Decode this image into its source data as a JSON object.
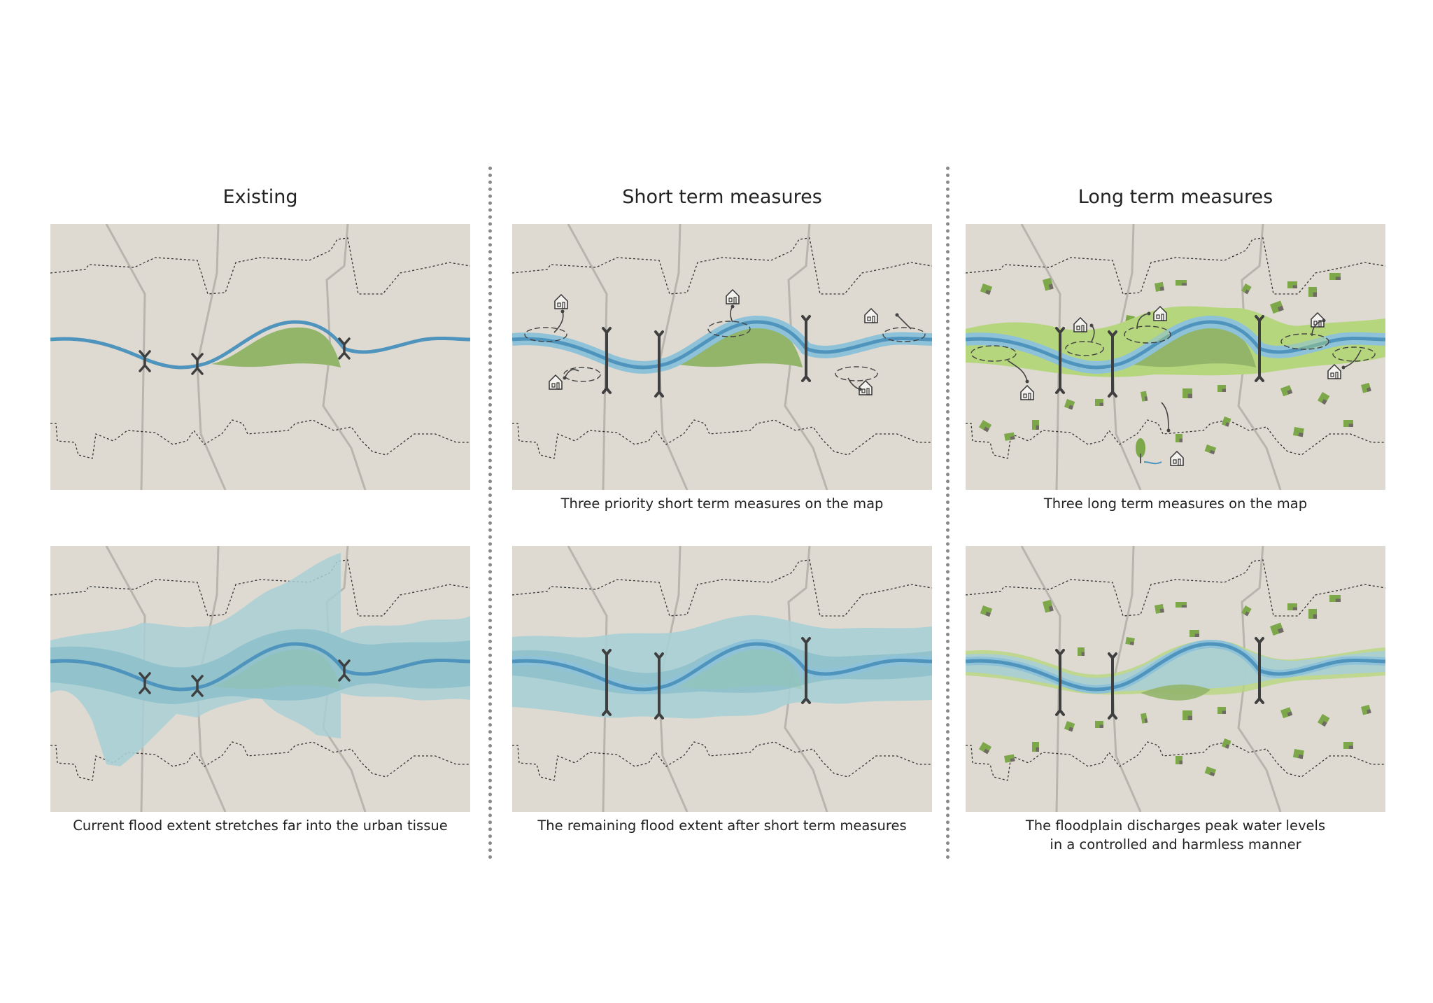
{
  "columns": [
    {
      "title": "Existing",
      "top_caption": "",
      "bottom_caption_lines": [
        "Current flood extent stretches far into the urban tissue"
      ]
    },
    {
      "title": "Short term measures",
      "top_caption": "Three priority short term measures on the map",
      "bottom_caption_lines": [
        "The remaining flood extent after short term measures"
      ]
    },
    {
      "title": "Long term measures",
      "top_caption": "Three long term measures on the map",
      "bottom_caption_lines": [
        "The floodplain discharges peak water levels",
        "in a controlled and harmless manner"
      ]
    }
  ],
  "colors": {
    "land": "#dedad1",
    "river": "#4f94bd",
    "flood_light": "#a9cfd6",
    "flood_mid": "#8fc1cc",
    "green_zone": "#92b56a",
    "floodplain": "#b6d67e",
    "road": "#b8b5af",
    "district_boundary": "#333333",
    "bridge": "#3f3f3f",
    "divider": "#8a8a8a"
  },
  "icons": [
    "house-icon",
    "tree-icon",
    "bridge-icon",
    "relocation-arrow-icon"
  ]
}
